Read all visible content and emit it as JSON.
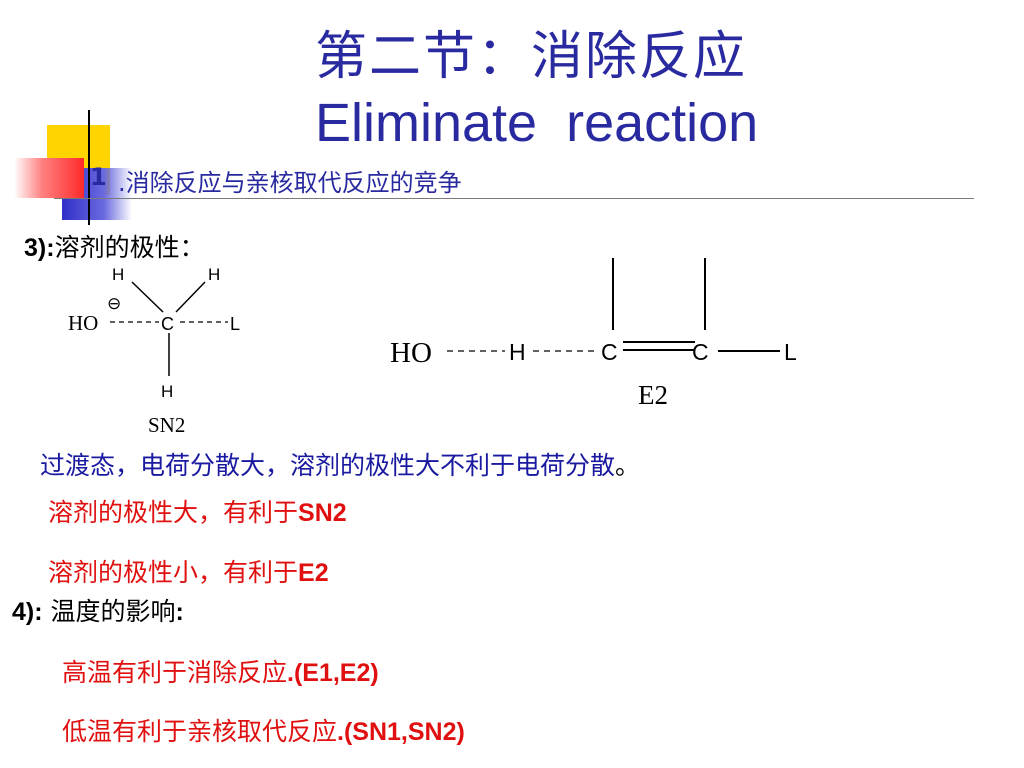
{
  "slide": {
    "title_cn": "第二节：消除反应",
    "title_en": "Eliminate  reaction",
    "subtitle_num": "1",
    "subtitle": ".消除反应与亲核取代反应的竞争"
  },
  "section3": {
    "num": "3):",
    "text": "溶剂的极性："
  },
  "sn2_diagram": {
    "h_top_left": "H",
    "h_top_right": "H",
    "charge": "⊖",
    "ho": "HO",
    "c": "C",
    "l": "L",
    "h_bottom": "H",
    "caption": "SN2"
  },
  "e2_diagram": {
    "ho": "HO",
    "h": "H",
    "c1": "C",
    "c2": "C",
    "l": "L",
    "caption": "E2"
  },
  "points": {
    "transition_text": "过渡态，电荷分散大，溶剂的极性大不利于电荷分散",
    "transition_end": "。",
    "polar_big": "溶剂的极性大，有利于",
    "polar_big_bold": "SN2",
    "polar_small": "溶剂的极性小，有利于",
    "polar_small_bold": "E2"
  },
  "section4": {
    "num": "4):",
    "text": " 温度的影响",
    "colon": ":",
    "high_temp": "高温有利于消除反应",
    "high_temp_bold": ".(E1,E2)",
    "low_temp": "低温有利于亲核取代反应",
    "low_temp_bold": ".(SN1,SN2)"
  },
  "colors": {
    "title": "#2a2aa0",
    "text_blue": "#1a1aa0",
    "text_red": "#e01010",
    "deco_yellow": "#ffd400",
    "deco_blue": "#3333cc",
    "deco_red": "#ff3333"
  }
}
